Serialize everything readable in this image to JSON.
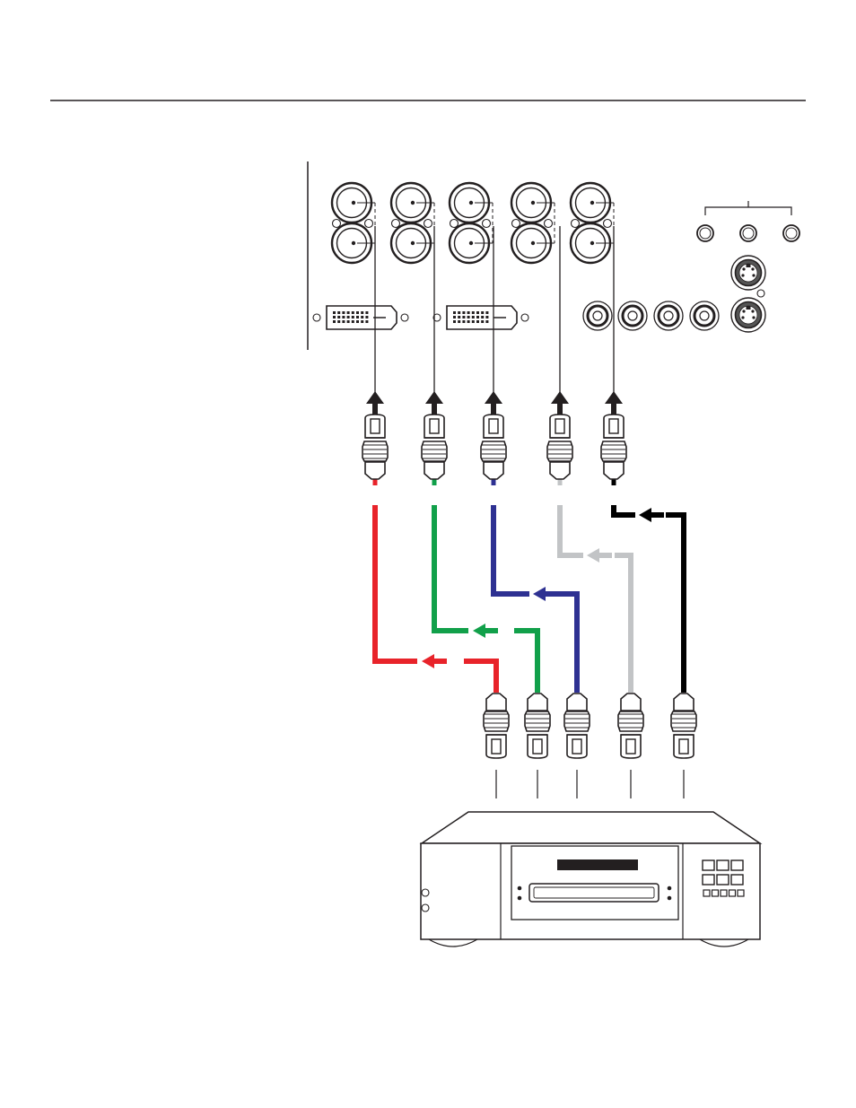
{
  "colors": {
    "red": "#e8232a",
    "green": "#11a04a",
    "blue": "#2e3192",
    "gray": "#c2c4c6",
    "black": "#000000",
    "outline": "#231f20"
  },
  "cables": [
    {
      "name": "red-cable",
      "color": "#e8232a"
    },
    {
      "name": "green-cable",
      "color": "#11a04a"
    },
    {
      "name": "blue-cable",
      "color": "#2e3192"
    },
    {
      "name": "gray-cable",
      "color": "#c2c4c6"
    },
    {
      "name": "black-cable",
      "color": "#000000"
    }
  ],
  "panel": {
    "bnc_pairs": 5,
    "dvi_ports": 2,
    "rca_jacks": 4,
    "audio_jacks": 3,
    "svideo_ports": 2
  },
  "device": {
    "front_buttons_large": 6,
    "front_buttons_small": 5
  }
}
